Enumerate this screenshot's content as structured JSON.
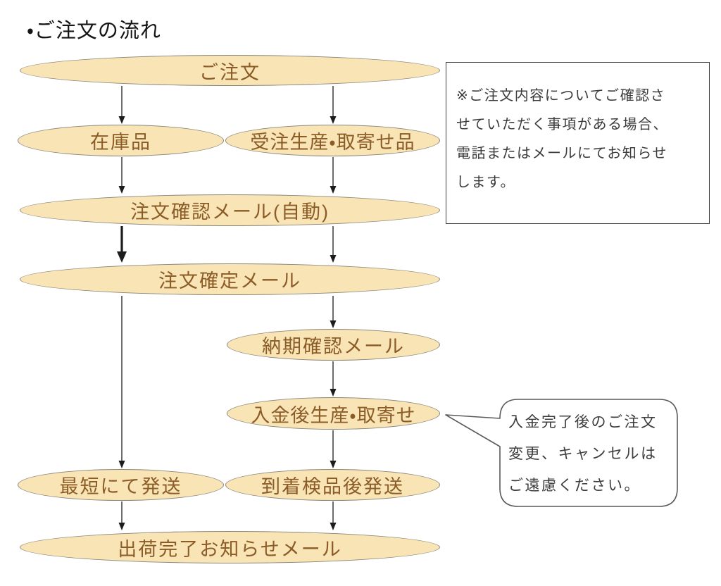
{
  "page_title": "・ご注文の流れ",
  "colors": {
    "node_fill": "#f8e4b4",
    "node_border": "#8a8579",
    "node_text": "#8b5c28",
    "arrow": "#1c1c1c",
    "body_text": "#3b3b3b",
    "background": "#ffffff"
  },
  "flow": {
    "nodes": [
      {
        "id": "order",
        "label": "ご注文"
      },
      {
        "id": "stock-item",
        "label": "在庫品"
      },
      {
        "id": "made-to-order-item",
        "label": "受注生産・取寄せ品"
      },
      {
        "id": "order-confirm-mail",
        "label": "注文確認メール(自動)"
      },
      {
        "id": "order-fixed-mail",
        "label": "注文確定メール"
      },
      {
        "id": "delivery-confirm-mail",
        "label": "納期確認メール"
      },
      {
        "id": "production-after-payment",
        "label": "入金後生産・取寄せ"
      },
      {
        "id": "ship-fastest",
        "label": "最短にて発送"
      },
      {
        "id": "ship-after-inspection",
        "label": "到着検品後発送"
      },
      {
        "id": "ship-complete-mail",
        "label": "出荷完了お知らせメール"
      }
    ]
  },
  "note": {
    "lines": [
      "※ご注文内容についてご確認さ",
      "せていただく事項がある場合、",
      "電話またはメールにてお知らせ",
      "します。"
    ]
  },
  "bubble": {
    "lines": [
      "入金完了後のご注文",
      "変更、キャンセルは",
      "ご遠慮ください。"
    ]
  }
}
